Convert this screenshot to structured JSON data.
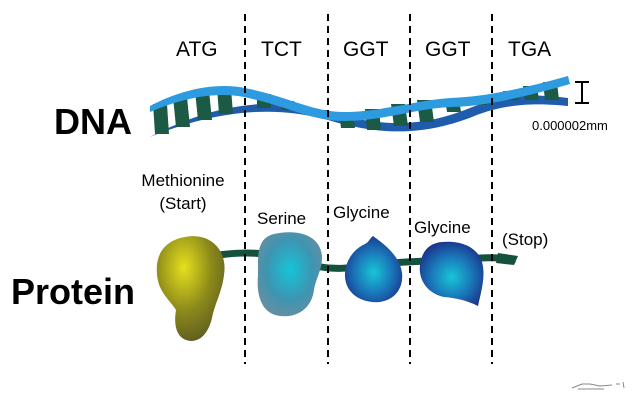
{
  "codons": [
    "ATG",
    "TCT",
    "GGT",
    "GGT",
    "TGA"
  ],
  "labels": {
    "dna": "DNA",
    "protein": "Protein",
    "scale": "0.000002mm"
  },
  "amino_acids": [
    {
      "line1": "Methionine",
      "line2": "(Start)"
    },
    {
      "line1": "Serine"
    },
    {
      "line1": "Glycine"
    },
    {
      "line1": "Glycine"
    },
    {
      "line1": "(Stop)"
    }
  ],
  "colors": {
    "dna_back_strand": "#1f5cab",
    "dna_front_strand": "#2e9ae0",
    "base_pair": "#1c5a45",
    "protein_backbone": "#15523d",
    "methionine": "#b8b014",
    "serine": "#4fa0b8",
    "glycine": "#1e5ab0",
    "divider": "#000000"
  }
}
